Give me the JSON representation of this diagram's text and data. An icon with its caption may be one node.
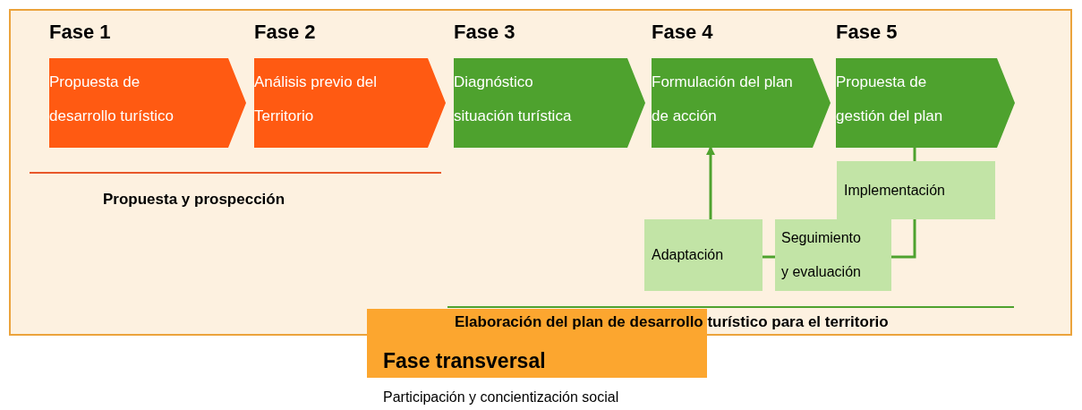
{
  "diagram": {
    "nodes": [
      {
        "text": [
          "Fase 1",
          "Propuesta de desarrollo turístico"
        ]
      },
      {
        "text": [
          "Fase 2",
          "Análisis previo del Territorio"
        ]
      },
      {
        "text": [
          "Fase 3",
          "Diagnóstico situación turística"
        ]
      },
      {
        "text": [
          "Fase 4",
          "Formulación del plan de acción"
        ]
      },
      {
        "text": [
          "Fase 5",
          "Propuesta de gestión del plan"
        ]
      },
      {
        "text": [
          "Implementación"
        ]
      },
      {
        "text": [
          "Seguimiento y evaluación"
        ]
      },
      {
        "text": [
          "Adaptación"
        ]
      },
      {
        "text": [
          "Fase transversal"
        ],
        "beside": [
          "Participación y concientización social"
        ]
      }
    ],
    "edges": [
      {
        "from": 4,
        "to": 5,
        "arrow": "none"
      },
      {
        "from": 5,
        "to": 6,
        "arrow": "none"
      },
      {
        "from": 6,
        "to": 7,
        "arrow": "none"
      },
      {
        "from": 7,
        "to": 3,
        "arrow": "to"
      }
    ],
    "labels": [
      "Propuesta y prospección",
      "Elaboración del plan de desarrollo turístico para el territorio"
    ]
  }
}
